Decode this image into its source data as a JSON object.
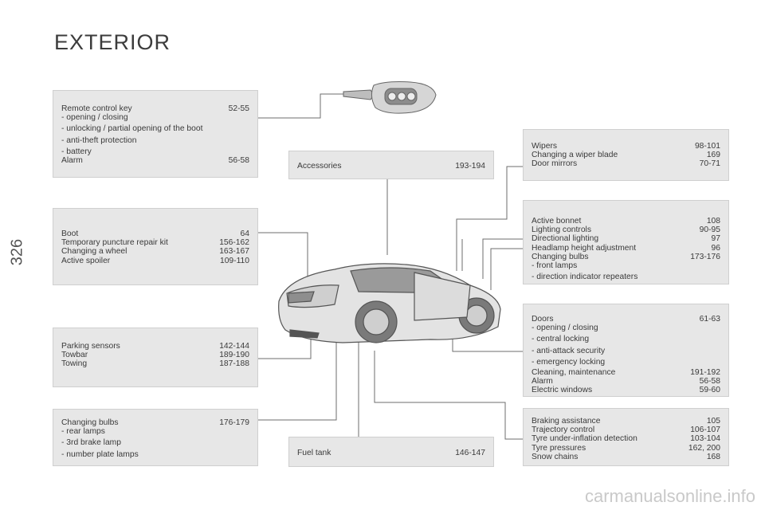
{
  "page": {
    "title": "EXTERIOR",
    "number": "326",
    "watermark": "carmanualsonline.info"
  },
  "boxes": {
    "remote": {
      "rows": [
        {
          "label": "Remote control key",
          "ref": "52-55"
        }
      ],
      "subs": [
        "opening / closing",
        "unlocking / partial opening of the boot",
        "anti-theft protection",
        "battery"
      ],
      "rows_after": [
        {
          "label": "Alarm",
          "ref": "56-58"
        }
      ]
    },
    "boot": {
      "rows": [
        {
          "label": "Boot",
          "ref": "64"
        },
        {
          "label": "Temporary puncture repair kit",
          "ref": "156-162"
        },
        {
          "label": "Changing a wheel",
          "ref": "163-167"
        },
        {
          "label": "Active spoiler",
          "ref": "109-110"
        }
      ]
    },
    "parking": {
      "rows": [
        {
          "label": "Parking sensors",
          "ref": "142-144"
        },
        {
          "label": "Towbar",
          "ref": "189-190"
        },
        {
          "label": "Towing",
          "ref": "187-188"
        }
      ]
    },
    "bulbs_rear": {
      "rows": [
        {
          "label": "Changing bulbs",
          "ref": "176-179"
        }
      ],
      "subs": [
        "rear lamps",
        "3rd brake lamp",
        "number plate lamps"
      ]
    },
    "accessories": {
      "rows": [
        {
          "label": "Accessories",
          "ref": "193-194"
        }
      ]
    },
    "fuel": {
      "rows": [
        {
          "label": "Fuel tank",
          "ref": "146-147"
        }
      ]
    },
    "wipers": {
      "rows": [
        {
          "label": "Wipers",
          "ref": "98-101"
        },
        {
          "label": "Changing a wiper blade",
          "ref": "169"
        },
        {
          "label": "Door mirrors",
          "ref": "70-71"
        }
      ]
    },
    "bonnet": {
      "rows": [
        {
          "label": "Active bonnet",
          "ref": "108"
        },
        {
          "label": "Lighting controls",
          "ref": "90-95"
        },
        {
          "label": "Directional lighting",
          "ref": "97"
        },
        {
          "label": "Headlamp height adjustment",
          "ref": "96"
        },
        {
          "label": "Changing bulbs",
          "ref": "173-176"
        }
      ],
      "subs": [
        "front lamps",
        "direction indicator repeaters"
      ]
    },
    "doors": {
      "rows": [
        {
          "label": "Doors",
          "ref": "61-63"
        }
      ],
      "subs": [
        "opening / closing",
        "central locking",
        "anti-attack security",
        "emergency locking"
      ],
      "rows_after": [
        {
          "label": "Cleaning, maintenance",
          "ref": "191-192"
        },
        {
          "label": "Alarm",
          "ref": "56-58"
        },
        {
          "label": "Electric windows",
          "ref": "59-60"
        }
      ]
    },
    "braking": {
      "rows": [
        {
          "label": "Braking assistance",
          "ref": "105"
        },
        {
          "label": "Trajectory control",
          "ref": "106-107"
        },
        {
          "label": "Tyre under-inflation detection",
          "ref": "103-104"
        },
        {
          "label": "Tyre pressures",
          "ref": "162, 200"
        },
        {
          "label": "Snow chains",
          "ref": "168"
        }
      ]
    }
  }
}
